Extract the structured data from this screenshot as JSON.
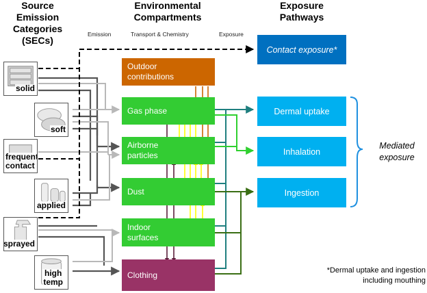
{
  "headers": {
    "sources": "Source Emission\nCategories (SECs)",
    "compartments": "Environmental\nCompartments",
    "pathways": "Exposure\nPathways"
  },
  "subheaders": {
    "emission": "Emission",
    "transport": "Transport & Chemistry",
    "exposure": "Exposure"
  },
  "sources": [
    {
      "label": "solid",
      "icon": "cabinet-icon"
    },
    {
      "label": "soft",
      "icon": "pillows-icon"
    },
    {
      "label": "frequent\ncontact",
      "icon": "laptop-icon"
    },
    {
      "label": "applied",
      "icon": "lotion-bottles-icon"
    },
    {
      "label": "sprayed",
      "icon": "spray-bottle-icon"
    },
    {
      "label": "high\ntemp",
      "icon": "candle-icon"
    }
  ],
  "compartments": [
    {
      "label": "Outdoor\ncontributions",
      "color": "#cc6600"
    },
    {
      "label": "Gas phase",
      "color": "#33cc33"
    },
    {
      "label": "Airborne\nparticles",
      "color": "#33cc33"
    },
    {
      "label": "Dust",
      "color": "#33cc33"
    },
    {
      "label": "Indoor\nsurfaces",
      "color": "#33cc33"
    },
    {
      "label": "Clothing",
      "color": "#993366"
    }
  ],
  "pathways": [
    {
      "label": "Contact exposure*",
      "color": "#0070c0"
    },
    {
      "label": "Dermal uptake",
      "color": "#00b0f0"
    },
    {
      "label": "Inhalation",
      "color": "#00b0f0"
    },
    {
      "label": "Ingestion",
      "color": "#00b0f0"
    }
  ],
  "mediated_label": "Mediated\nexposure",
  "footnote": "*Dermal uptake and ingestion\nincluding mouthing",
  "colors": {
    "dark_gray": "#555555",
    "light_gray": "#b8b8b8",
    "yellow": "#ffff00",
    "brown": "#cc6600",
    "maroon": "#5a1e3a",
    "teal": "#1f7f7f",
    "bright_green": "#2fd02f",
    "dark_green": "#3a6e14",
    "bracket_blue": "#1e90e0"
  }
}
